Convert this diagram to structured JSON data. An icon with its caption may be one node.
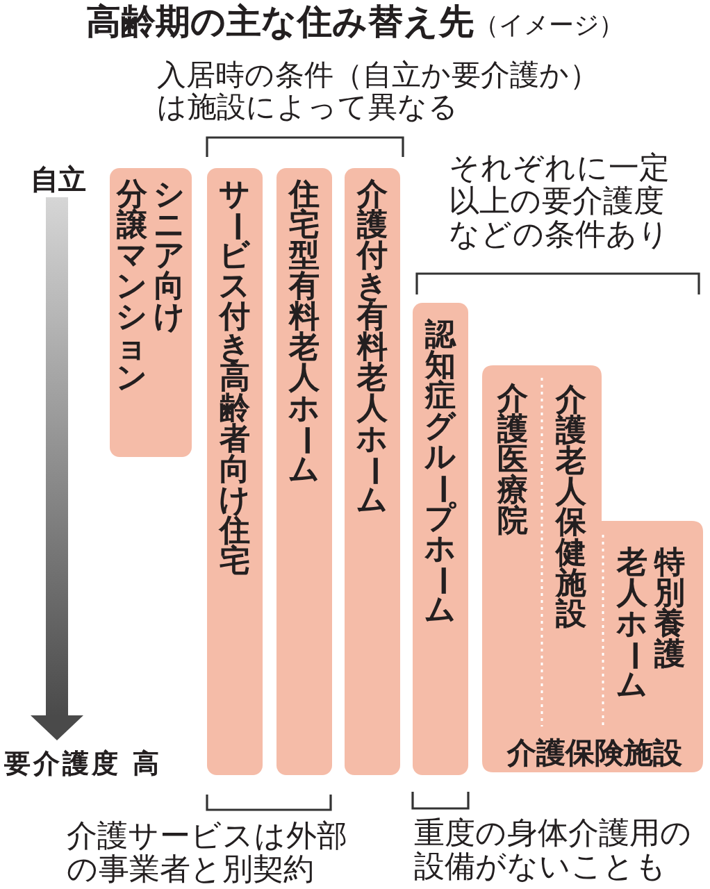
{
  "diagram": {
    "title": "**高齢期の主な住み替え先**（イメージ）",
    "nodes": [
      {
        "text": [
          "シニア向け分譲マンション"
        ]
      },
      {
        "text": [
          "サービス付き高齢者向け住宅"
        ]
      },
      {
        "text": [
          "住宅型有料老人ホーム"
        ]
      },
      {
        "text": [
          "介護付き有料老人ホーム"
        ]
      },
      {
        "text": [
          "認知症グループホーム"
        ]
      },
      {
        "text": [
          "介護保険施設"
        ]
      },
      {
        "text": [
          "介護医療院"
        ],
        "in": 5
      },
      {
        "text": [
          "介護老人保健施設"
        ],
        "in": 5
      },
      {
        "text": [
          "特別養護老人ホーム"
        ],
        "in": 5
      }
    ],
    "labels": [
      "入居時の条件（自立か要介護か）は施設によって異なる",
      "自立",
      "それぞれに一定以上の要介護度などの条件あり",
      "要介護度 高",
      "介護サービスは外部の事業者と別契約",
      "重度の身体介護用の設備がないことも"
    ]
  }
}
